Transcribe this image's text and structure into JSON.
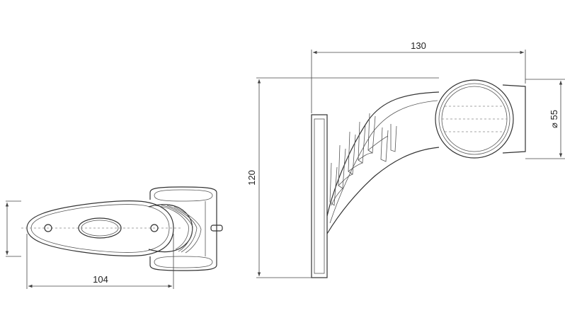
{
  "dimensions": {
    "width_top": "130",
    "height_left": "120",
    "diameter": "⌀ 55",
    "width_bottom": "104"
  }
}
